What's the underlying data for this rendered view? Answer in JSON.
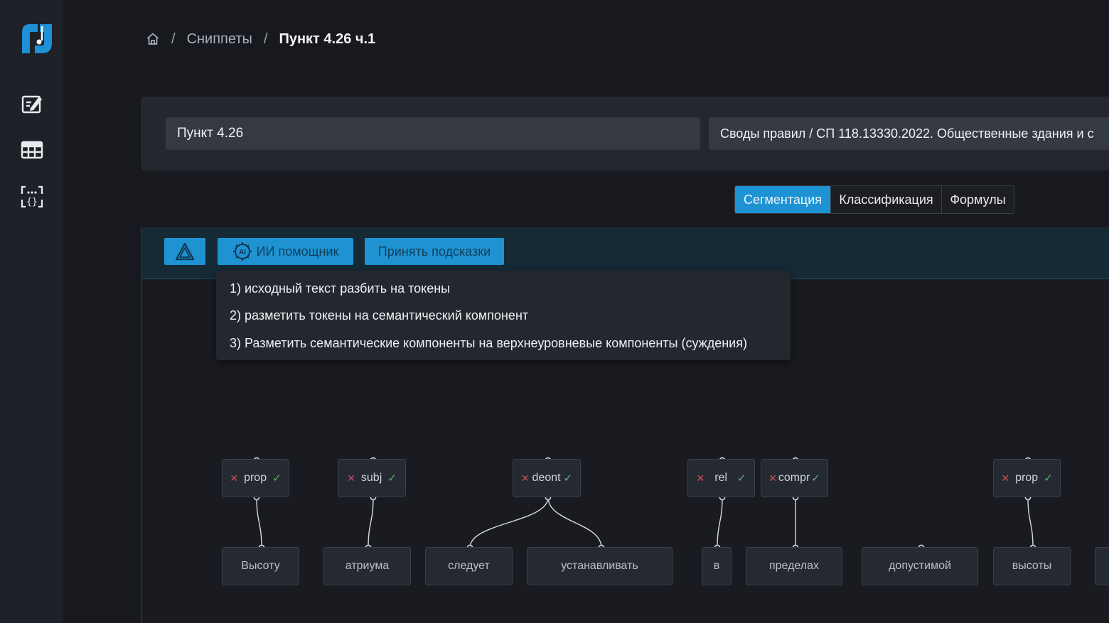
{
  "breadcrumb": {
    "home_icon": "home-icon",
    "items": [
      "Сниппеты",
      "Пункт 4.26 ч.1"
    ]
  },
  "sidebar": {
    "items": [
      {
        "name": "snippet-edit",
        "icon": "notepad-edit-icon"
      },
      {
        "name": "table",
        "icon": "table-icon"
      },
      {
        "name": "code",
        "icon": "brackets-code-icon"
      }
    ]
  },
  "form": {
    "title_value": "Пункт 4.26",
    "source_value": "Своды правил / СП 118.13330.2022. Общественные здания и с"
  },
  "tabs": [
    {
      "label": "Сегментация",
      "active": true
    },
    {
      "label": "Классификация",
      "active": false
    },
    {
      "label": "Формулы",
      "active": false
    }
  ],
  "toolbar": {
    "warning_icon": "warning-triangle-icon",
    "ai_icon": "ai-chip-icon",
    "ai_label": "ИИ помощник",
    "accept_label": "Принять подсказки"
  },
  "ai_menu": {
    "items": [
      "1) исходный текст разбить на токены",
      "2) разметить токены на семантический компонент",
      "3) Разметить семантические компоненты на верхнеуровневые компоненты (суждения)"
    ]
  },
  "graph": {
    "tags": [
      {
        "id": "t1",
        "label": "prop"
      },
      {
        "id": "t2",
        "label": "subj"
      },
      {
        "id": "t3",
        "label": "deont"
      },
      {
        "id": "t4",
        "label": "rel"
      },
      {
        "id": "t5",
        "label": "compr"
      },
      {
        "id": "t6",
        "label": "prop"
      }
    ],
    "words": [
      {
        "id": "w1",
        "label": "Высоту"
      },
      {
        "id": "w2",
        "label": "атриума"
      },
      {
        "id": "w3",
        "label": "следует"
      },
      {
        "id": "w4",
        "label": "устанавливать"
      },
      {
        "id": "w5",
        "label": "в"
      },
      {
        "id": "w6",
        "label": "пределах"
      },
      {
        "id": "w7",
        "label": "допустимой"
      },
      {
        "id": "w8",
        "label": "высоты"
      },
      {
        "id": "w9",
        "label": ""
      }
    ],
    "edges": [
      [
        "t1",
        "w1"
      ],
      [
        "t2",
        "w2"
      ],
      [
        "t3",
        "w3"
      ],
      [
        "t3",
        "w4"
      ],
      [
        "t4",
        "w5"
      ],
      [
        "t5",
        "w6"
      ],
      [
        "t6",
        "w8"
      ]
    ],
    "colors": {
      "accent": "#1f93d2",
      "reject": "#c9505c",
      "accept": "#5fb46a"
    }
  }
}
